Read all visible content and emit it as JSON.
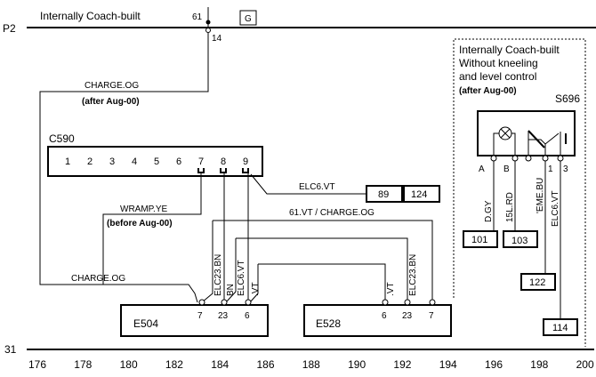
{
  "rails": {
    "top_label": "P2",
    "top_note": "Internally Coach-built",
    "bottom_label": "31",
    "splice_top": "61",
    "splice_bottom": "14",
    "ground_tag": "G"
  },
  "wires": {
    "charge_og_top": "CHARGE.OG",
    "after_aug_top": "(after Aug-00)",
    "wramp": "WRAMP.YE",
    "before_aug": "(before Aug-00)",
    "elc6_vt_h": "ELC6.VT",
    "vt_charge": "61.VT / CHARGE.OG",
    "charge_og_bottom": "CHARGE.OG",
    "elc23_bn_1": "ELC23.BN",
    "bn": "BN",
    "elc6_vt_v": "ELC6.VT",
    "vt_1": ".VT",
    "vt_2": ".VT",
    "elc23_bn_2": "ELC23.BN",
    "d_gy": "D.GY",
    "l15_rd": "15L.RD",
    "eme_bu": "'EME.BU",
    "elc6_vt_s": "ELC6.VT"
  },
  "connector_c590": {
    "name": "C590",
    "pins": [
      "1",
      "2",
      "3",
      "4",
      "5",
      "6",
      "7",
      "8",
      "9"
    ]
  },
  "refs": {
    "r89": "89",
    "r124": "124",
    "r101": "101",
    "r103": "103",
    "r122": "122",
    "r114": "114"
  },
  "e504": {
    "name": "E504",
    "pins": [
      "7",
      "23",
      "6"
    ]
  },
  "e528": {
    "name": "E528",
    "pins": [
      "6",
      "23",
      "7"
    ]
  },
  "s696": {
    "name": "S696",
    "note_lines": [
      "Internally Coach-built",
      "Without kneeling",
      "and level control"
    ],
    "note_bold": "(after Aug-00)",
    "pins": [
      "A",
      "B",
      "1",
      "3"
    ]
  },
  "grid_numbers": [
    "176",
    "178",
    "180",
    "182",
    "184",
    "186",
    "188",
    "190",
    "192",
    "194",
    "196",
    "198",
    "200"
  ]
}
